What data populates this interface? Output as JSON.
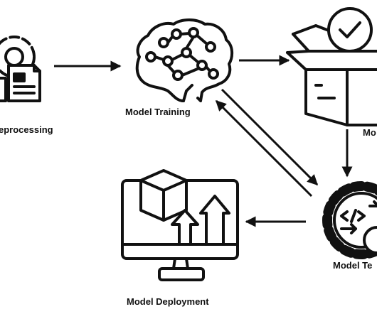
{
  "labels": {
    "preprocessing": "eprocessing",
    "training": "Model Training",
    "packaging": "Mo",
    "testing": "Model Te",
    "deployment": "Model Deployment"
  },
  "icons": {
    "preprocessing": "gear-document-icon",
    "training": "brain-network-icon",
    "packaging": "box-checkmark-icon",
    "testing": "gear-code-icon",
    "deployment": "monitor-cube-upload-icon"
  },
  "colors": {
    "ink": "#111111",
    "background": "#ffffff"
  }
}
